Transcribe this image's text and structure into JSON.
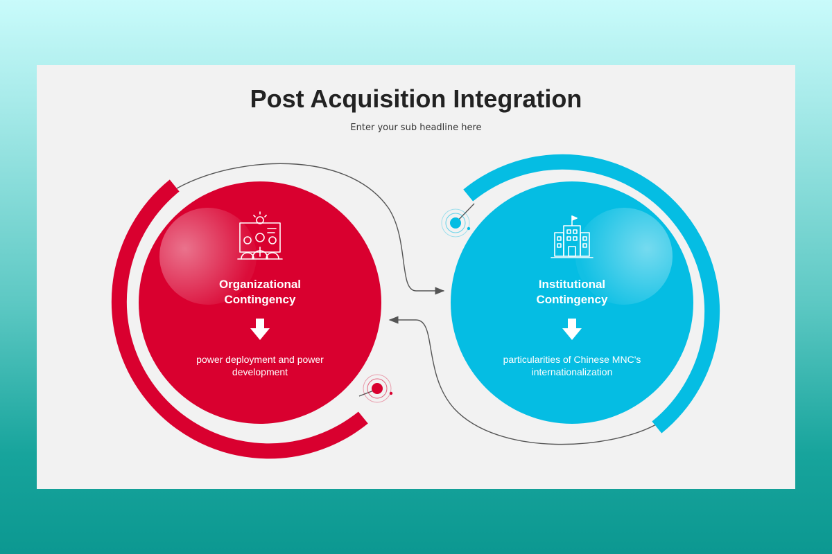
{
  "slide": {
    "title": "Post Acquisition Integration",
    "subtitle": "Enter your sub headline here"
  },
  "colors": {
    "organizational": "#d9002f",
    "institutional": "#05bde3",
    "connector": "#555555",
    "slide_background": "#f2f2f2"
  },
  "nodes": {
    "organizational": {
      "title": "Organizational Contingency",
      "description": "power deployment and power development",
      "icon": "team-meeting-presentation-icon"
    },
    "institutional": {
      "title": "Institutional Contingency",
      "description": "particularities of Chinese MNC's internationalization",
      "icon": "office-building-icon"
    }
  }
}
